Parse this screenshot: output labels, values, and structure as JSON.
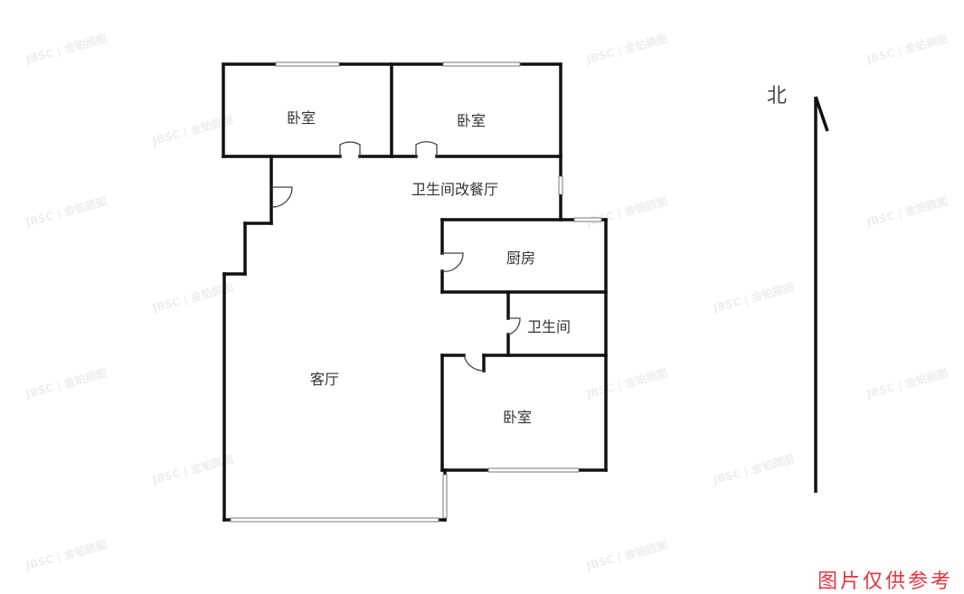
{
  "floor_plan": {
    "rooms": [
      {
        "id": "bedroom-nw",
        "label": "卧室"
      },
      {
        "id": "bedroom-ne",
        "label": "卧室"
      },
      {
        "id": "dining",
        "label": "卫生间改餐厅"
      },
      {
        "id": "kitchen",
        "label": "厨房"
      },
      {
        "id": "bathroom",
        "label": "卫生间"
      },
      {
        "id": "living",
        "label": "客厅"
      },
      {
        "id": "bedroom-se",
        "label": "卧室"
      }
    ],
    "compass": {
      "label": "北",
      "icon": "north-arrow-icon"
    },
    "disclaimer": "图片仅供参考",
    "watermark": "JBSC | 金铂顾图",
    "colors": {
      "wall": "#111111",
      "disclaimer": "#e8333c",
      "watermark": "#eeeeee"
    }
  }
}
